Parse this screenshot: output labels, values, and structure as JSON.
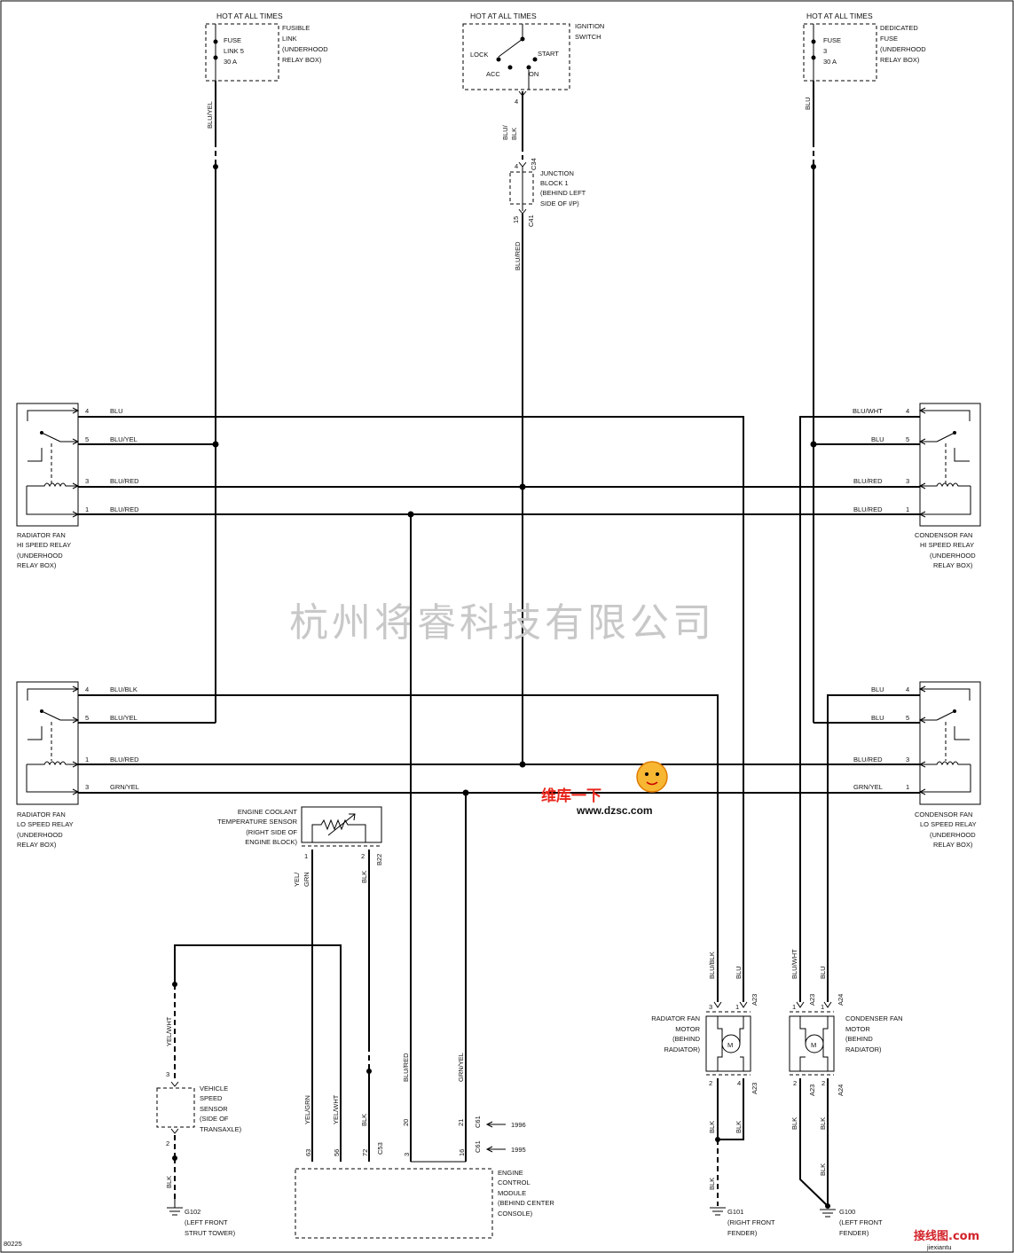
{
  "hot_at_all_times": "HOT AT ALL TIMES",
  "fusible_link": {
    "fuse": "FUSE",
    "link": "LINK 5",
    "amps": "30 A",
    "desc": [
      "FUSIBLE",
      "LINK",
      "(UNDERHOOD",
      "RELAY BOX)"
    ],
    "wire": "BLU/YEL"
  },
  "ignition": {
    "title": [
      "IGNITION",
      "SWITCH"
    ],
    "lock": "LOCK",
    "acc": "ACC",
    "start": "START",
    "on": "ON",
    "pin": "4",
    "wire": [
      "BLU/",
      "BLK"
    ]
  },
  "junction": {
    "desc": [
      "JUNCTION",
      "BLOCK 1",
      "(BEHIND LEFT",
      "SIDE OF I/P)"
    ],
    "pin_top": "4",
    "conn_top": "C34",
    "pin_bot": "15",
    "conn_bot": "C41",
    "wire": "BLU/RED"
  },
  "dedicated_fuse": {
    "fuse": "FUSE",
    "num": "3",
    "amps": "30 A",
    "desc": [
      "DEDICATED",
      "FUSE",
      "(UNDERHOOD",
      "RELAY BOX)"
    ],
    "wire": "BLU"
  },
  "rad_hi_relay": {
    "name": [
      "RADIATOR FAN",
      "HI SPEED RELAY",
      "(UNDERHOOD",
      "RELAY BOX)"
    ],
    "pins": [
      {
        "pin": "4",
        "wire": "BLU"
      },
      {
        "pin": "5",
        "wire": "BLU/YEL"
      },
      {
        "pin": "3",
        "wire": "BLU/RED"
      },
      {
        "pin": "1",
        "wire": "BLU/RED"
      }
    ]
  },
  "cond_hi_relay": {
    "name": [
      "CONDENSOR FAN",
      "HI SPEED RELAY",
      "(UNDERHOOD",
      "RELAY BOX)"
    ],
    "pins": [
      {
        "pin": "4",
        "wire": "BLU/WHT"
      },
      {
        "pin": "5",
        "wire": "BLU"
      },
      {
        "pin": "3",
        "wire": "BLU/RED"
      },
      {
        "pin": "1",
        "wire": "BLU/RED"
      }
    ]
  },
  "rad_lo_relay": {
    "name": [
      "RADIATOR FAN",
      "LO SPEED RELAY",
      "(UNDERHOOD",
      "RELAY BOX)"
    ],
    "pins": [
      {
        "pin": "4",
        "wire": "BLU/BLK"
      },
      {
        "pin": "5",
        "wire": "BLU/YEL"
      },
      {
        "pin": "1",
        "wire": "BLU/RED"
      },
      {
        "pin": "3",
        "wire": "GRN/YEL"
      }
    ]
  },
  "cond_lo_relay": {
    "name": [
      "CONDENSOR FAN",
      "LO SPEED RELAY",
      "(UNDERHOOD",
      "RELAY BOX)"
    ],
    "pins": [
      {
        "pin": "4",
        "wire": "BLU"
      },
      {
        "pin": "5",
        "wire": "BLU"
      },
      {
        "pin": "3",
        "wire": "BLU/RED"
      },
      {
        "pin": "1",
        "wire": "GRN/YEL"
      }
    ]
  },
  "watermark": "杭州将睿科技有限公司",
  "coolant_sensor": {
    "name": [
      "ENGINE COOLANT",
      "TEMPERATURE SENSOR",
      "(RIGHT SIDE OF",
      "ENGINE BLOCK)"
    ],
    "pin1": "1",
    "pin2": "2",
    "conn": "B22",
    "wire1": [
      "YEL/",
      "GRN"
    ],
    "wire2": "BLK"
  },
  "vss": {
    "name": [
      "VEHICLE",
      "SPEED",
      "SENSOR",
      "(SIDE OF",
      "TRANSAXLE)"
    ],
    "pin_top": "3",
    "pin_bot": "2",
    "wire_top": "YEL/WHT",
    "wire_bot": "BLK"
  },
  "g102": {
    "id": "G102",
    "desc": [
      "(LEFT FRONT",
      "STRUT TOWER)"
    ]
  },
  "ecm": {
    "name": [
      "ENGINE",
      "CONTROL",
      "MODULE",
      "(BEHIND CENTER",
      "CONSOLE)"
    ],
    "pins": [
      {
        "pin": "63",
        "wire": "YEL/GRN"
      },
      {
        "pin": "56",
        "wire": "YEL/WHT"
      },
      {
        "pin": "72",
        "wire": "BLK"
      },
      {
        "pin": "3",
        "wire": "BLU/RED"
      },
      {
        "pin": "16",
        "wire": ""
      }
    ],
    "conn": "C53",
    "alt_pin": "20",
    "alt_pin2": "21",
    "alt_conn": "C61",
    "gy_wire": "GRN/YEL",
    "year1": "1996",
    "year2": "1995"
  },
  "rad_motor": {
    "name": [
      "RADIATOR FAN",
      "MOTOR",
      "(BEHIND",
      "RADIATOR)"
    ],
    "m": "M",
    "pins_top": [
      "3",
      "1"
    ],
    "pins_bot": [
      "2",
      "4"
    ],
    "wires_top": [
      "BLU/BLK",
      "BLU"
    ],
    "conn": "A23",
    "wires_bot": [
      "BLK",
      "BLK"
    ]
  },
  "cond_motor": {
    "name": [
      "CONDENSER FAN",
      "MOTOR",
      "(BEHIND",
      "RADIATOR)"
    ],
    "m": "M",
    "pins_top": [
      "1",
      "1"
    ],
    "pins_bot": [
      "2",
      "2"
    ],
    "wires_top": [
      "BLU/WHT",
      "BLU"
    ],
    "conn_l": "A23",
    "conn_r": "A24",
    "wires_bot": [
      "BLK",
      "BLK"
    ]
  },
  "g101": {
    "id": "G101",
    "wire": "BLK",
    "desc": [
      "(RIGHT FRONT",
      "FENDER)"
    ]
  },
  "g100": {
    "id": "G100",
    "wire": "BLK",
    "desc": [
      "(LEFT FRONT",
      "FENDER)"
    ]
  },
  "figure_id": "80225",
  "logo_text": "维库一下",
  "logo_url": "www.dzsc.com",
  "corner_logo": "接线图.com",
  "corner_sub": "jiexiantu"
}
